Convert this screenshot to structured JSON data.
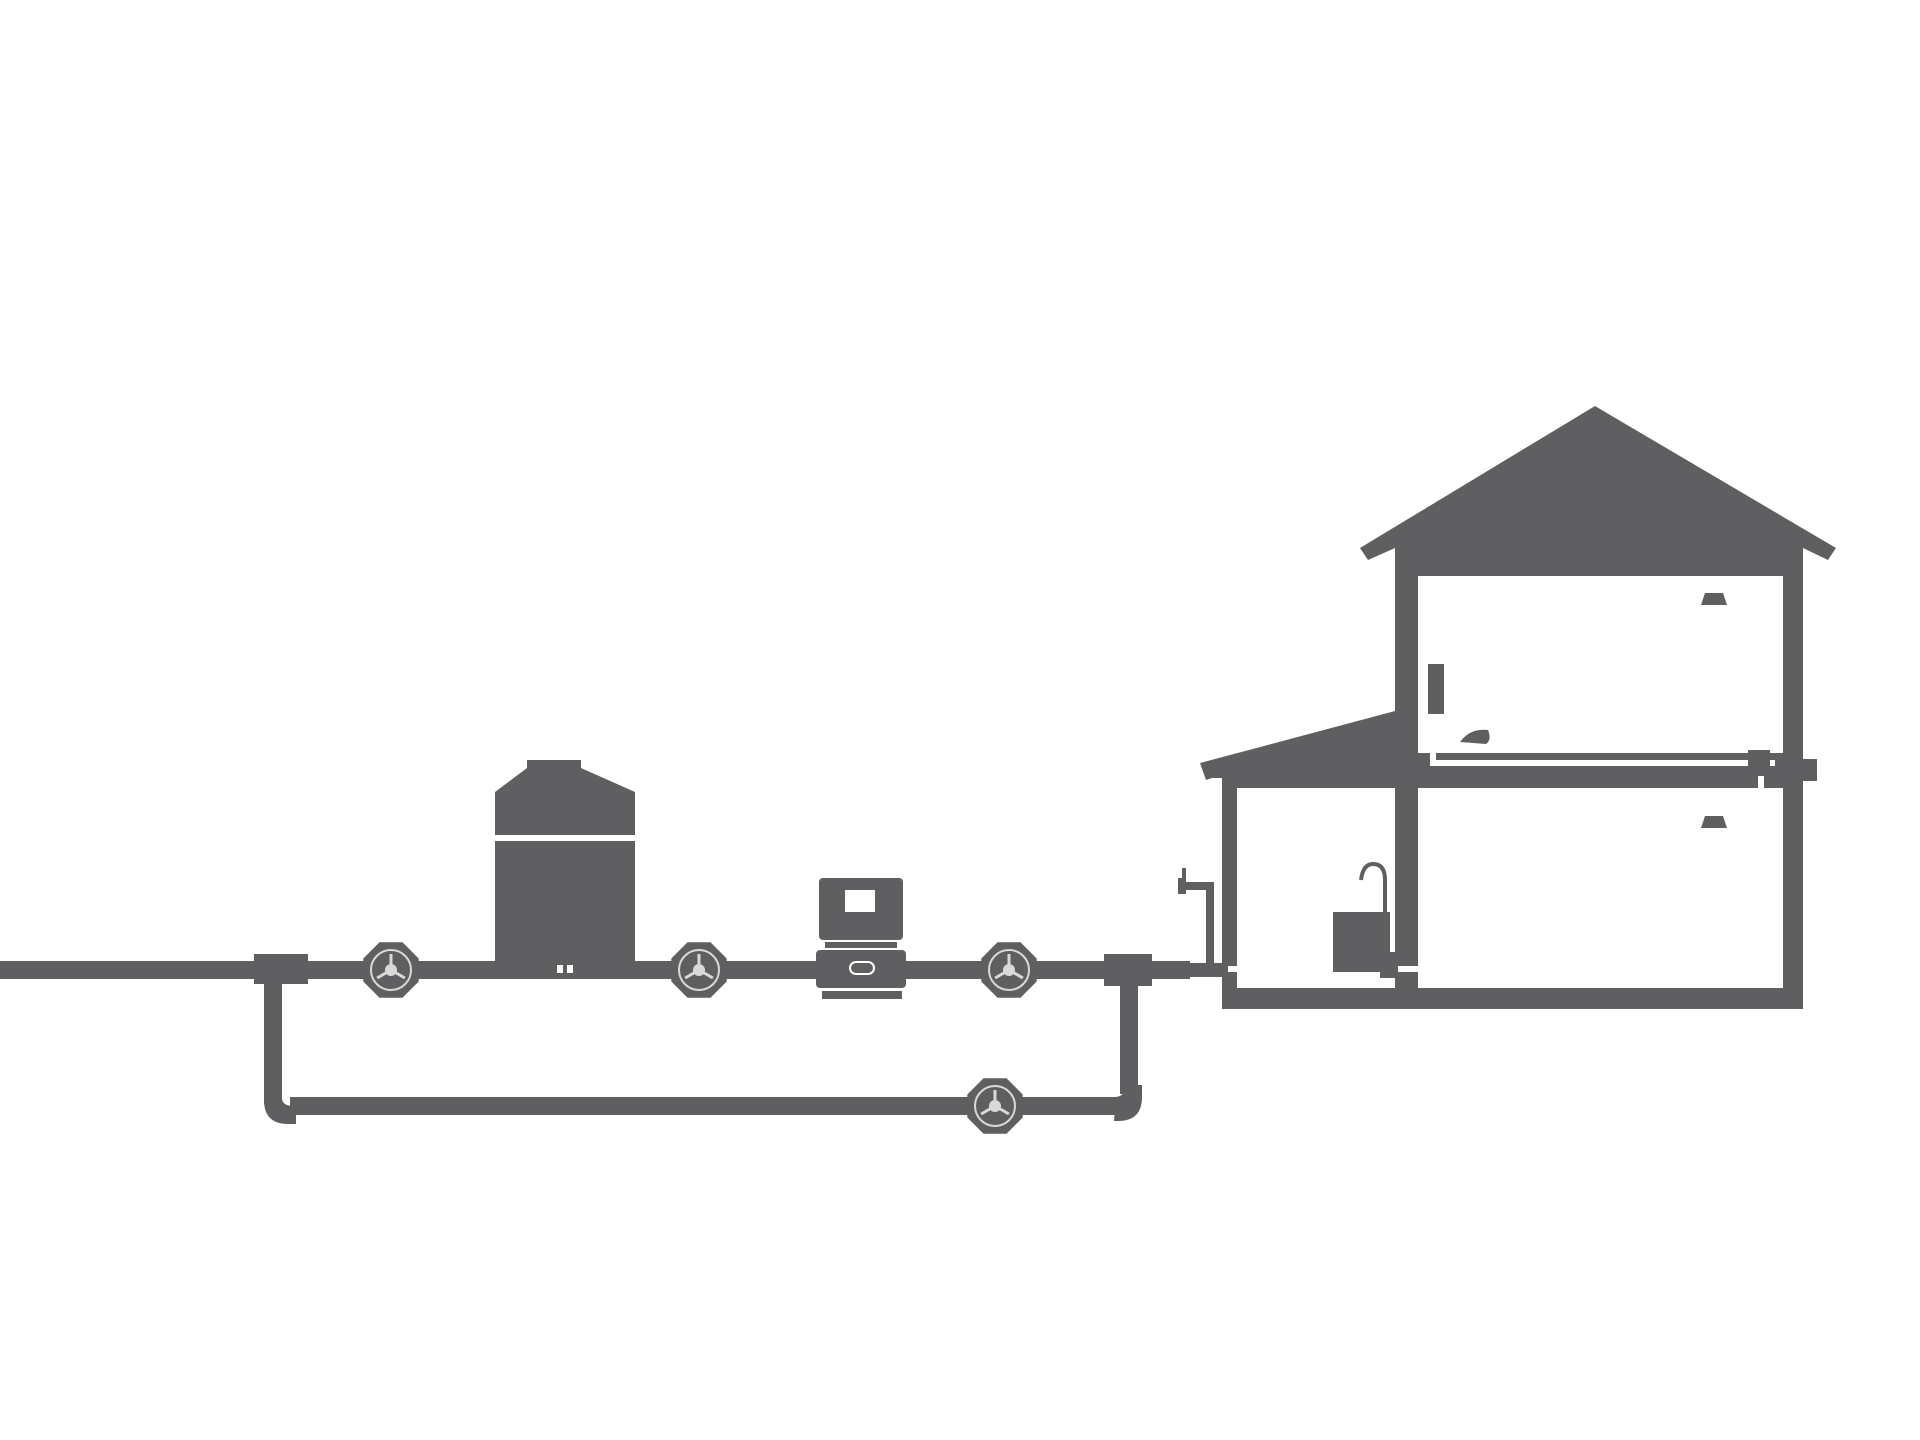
{
  "diagram": {
    "colors": {
      "fill": "#5f5f61",
      "background": "#ffffff",
      "highlight": "#d9d9d9"
    },
    "components": [
      "water-inlet-pipe",
      "bypass-line",
      "pressure-tank",
      "booster-pump",
      "gate-valve",
      "house"
    ]
  }
}
